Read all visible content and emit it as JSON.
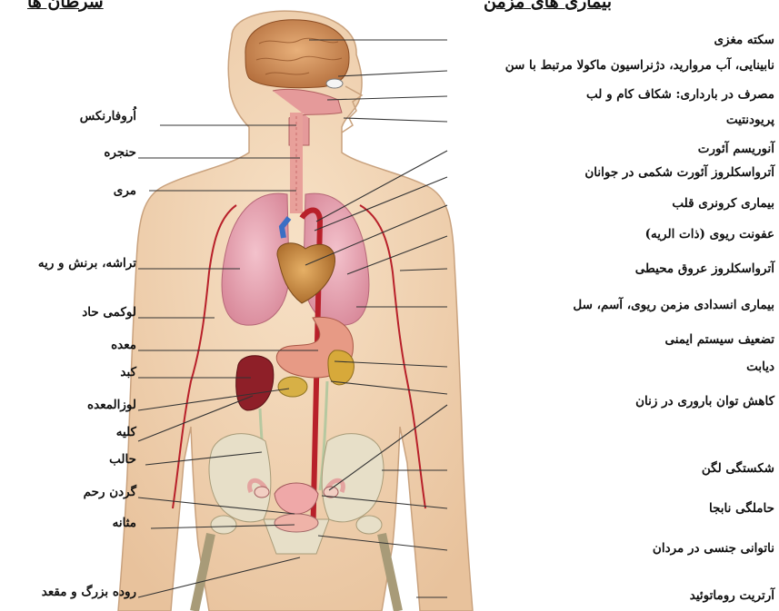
{
  "headers": {
    "right": "بیماری های مزمن",
    "left": "سرطان ها"
  },
  "diseases": [
    "سکته مغزی",
    "نابینایی، آب مروارید، دژنراسیون ماکولا مرتبط با سن",
    "مصرف در بارداری: شکاف کام و لب",
    "پریودنتیت",
    "آنوریسم آئورت",
    "آترواسکلروز آئورت شکمی در جوانان",
    "بیماری کرونری قلب",
    "عفونت ریوی (ذات الریه)",
    "آترواسکلروز عروق محیطی",
    "بیماری انسدادی مزمن ریوی، آسم، سل",
    "تضعیف سیستم ایمنی",
    "دیابت",
    "کاهش توان باروری در زنان",
    "شکستگی لگن",
    "حاملگی نابجا",
    "ناتوانی جنسی در مردان",
    "آرتریت روماتوئید"
  ],
  "cancers": [
    "اُروفارنکس",
    "حنجره",
    "مری",
    "تراشه، برنش و ریه",
    "لوکمی حاد",
    "معده",
    "کبد",
    "لوزالمعده",
    "کلیه",
    "حالب",
    "گردن رحم",
    "مثانه",
    "روده بزرگ و مقعد"
  ],
  "colors": {
    "skin": "#f2d7b6",
    "skin_outline": "#c9a27e",
    "lung": "#e8a7b4",
    "heart": "#c9893e",
    "artery": "#b8202a",
    "vein": "#3b6fc4",
    "brain": "#c98a55",
    "bone": "#e7dfc8",
    "stomach": "#e79a85",
    "liver": "#8e1f28",
    "pancreas": "#d7b046",
    "bladder": "#efb3a8"
  }
}
